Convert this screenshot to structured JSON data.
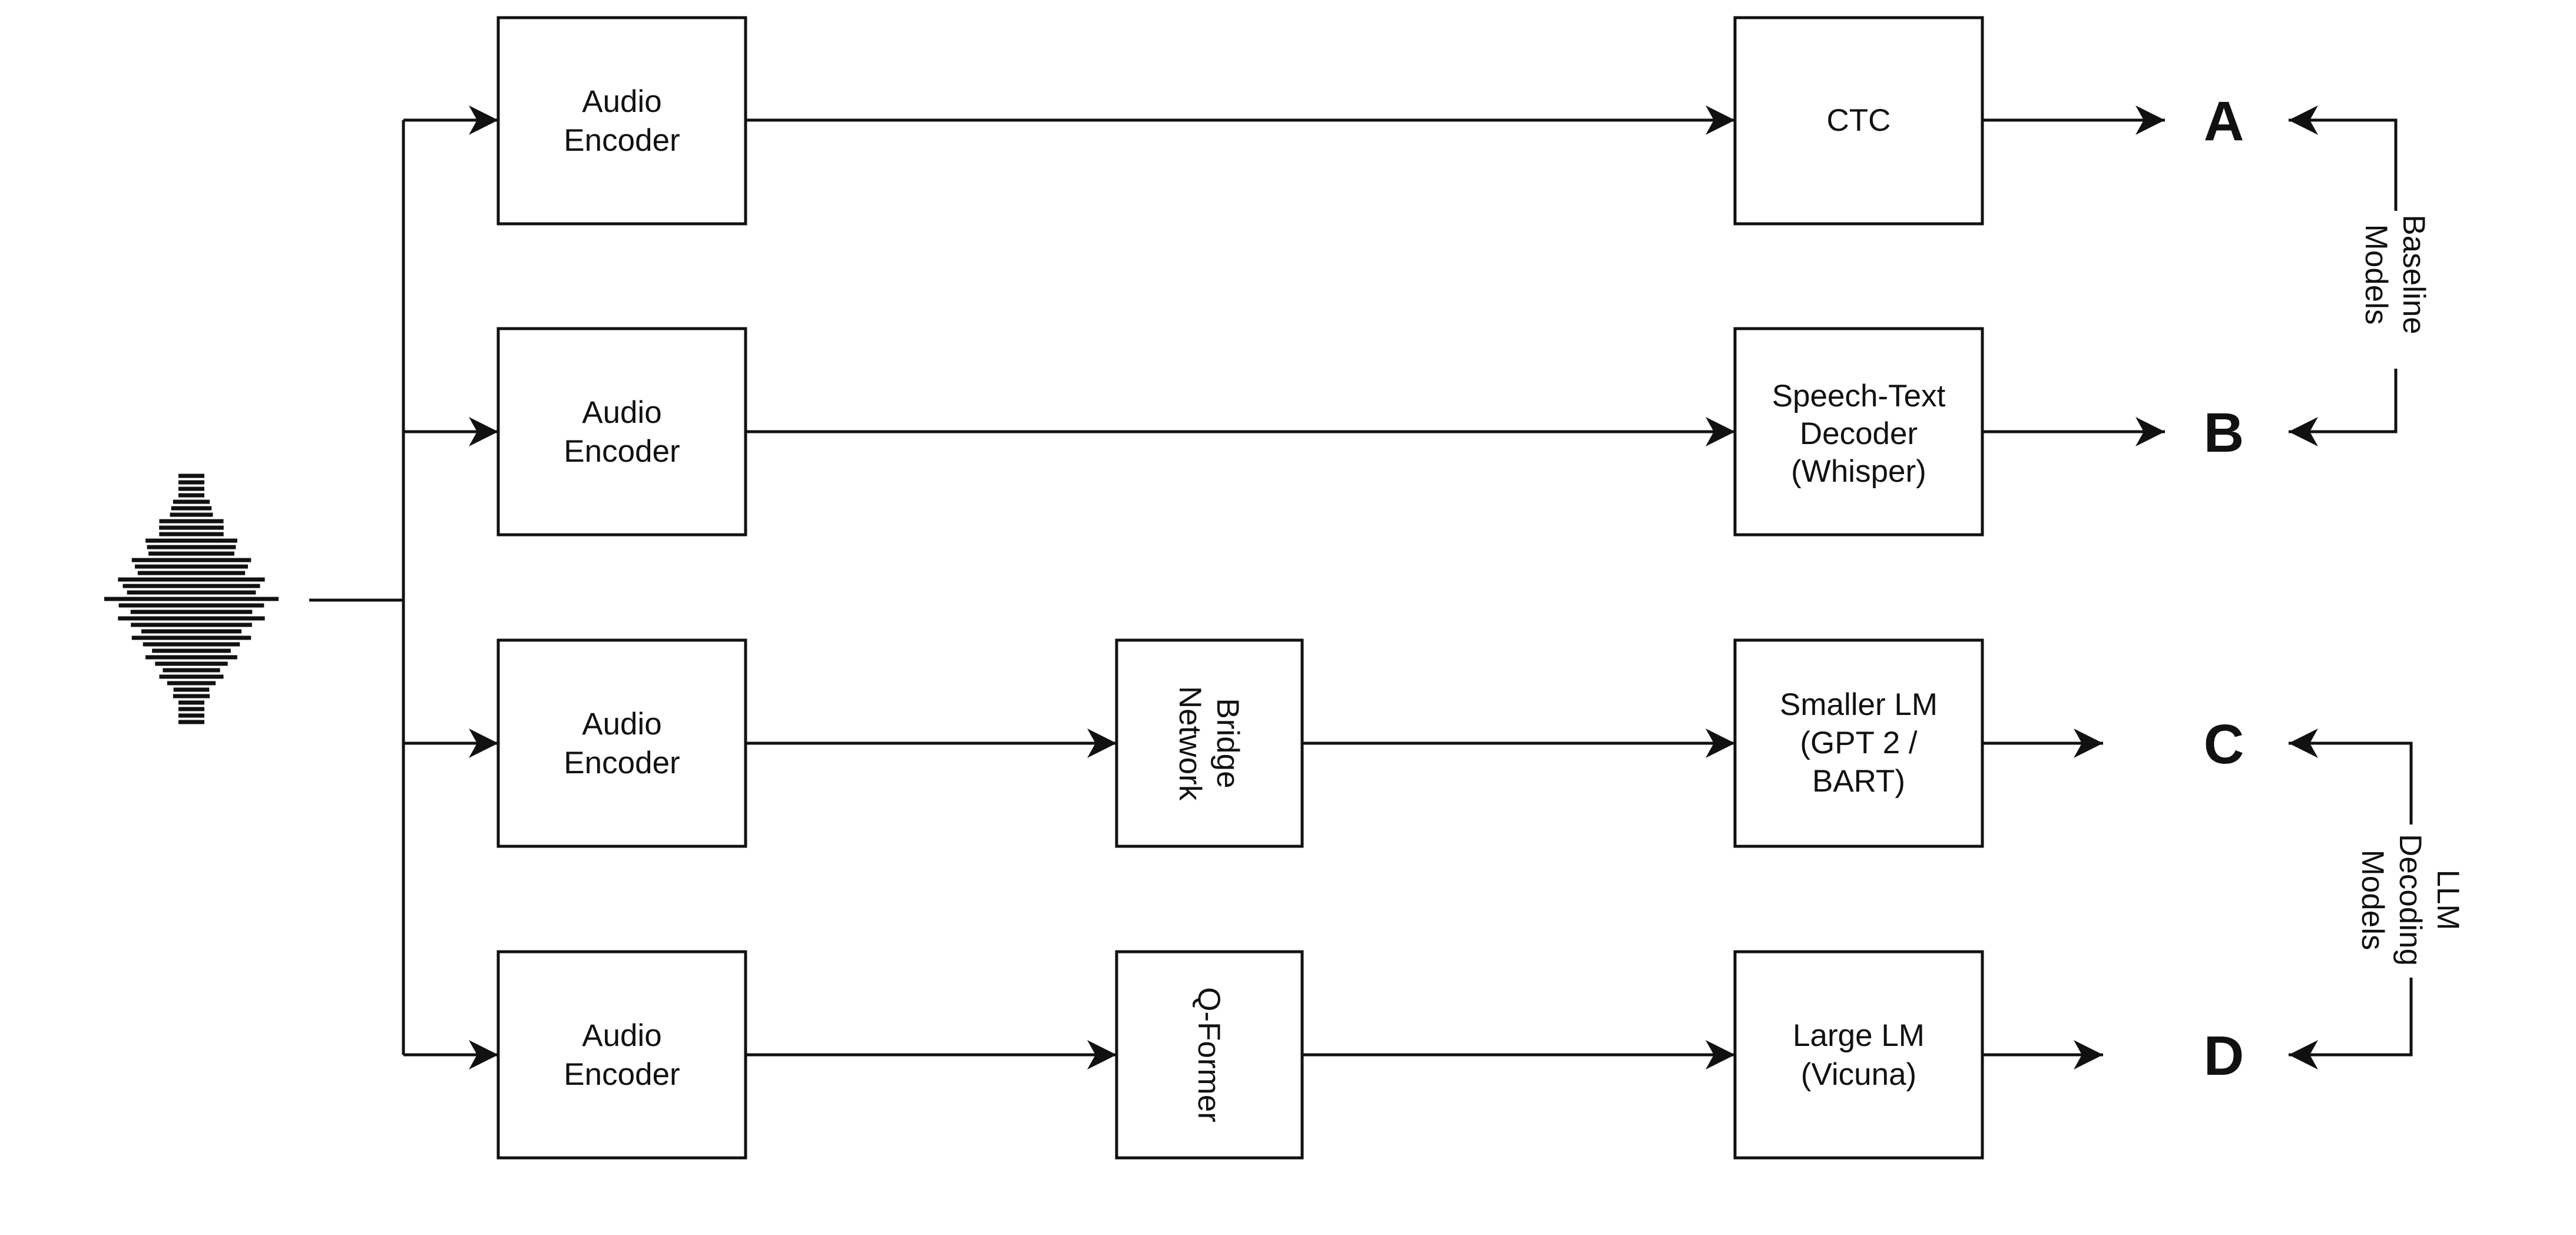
{
  "pipelines": [
    {
      "id": "a",
      "encoder": [
        "Audio",
        "Encoder"
      ],
      "bridge": [],
      "decoder": [
        "CTC"
      ],
      "output": "A"
    },
    {
      "id": "b",
      "encoder": [
        "Audio",
        "Encoder"
      ],
      "bridge": [],
      "decoder": [
        "Speech-Text",
        "Decoder",
        "(Whisper)"
      ],
      "output": "B"
    },
    {
      "id": "c",
      "encoder": [
        "Audio",
        "Encoder"
      ],
      "bridge": [
        "Bridge",
        "Network"
      ],
      "decoder": [
        "Smaller LM",
        "(GPT 2 /",
        "BART)"
      ],
      "output": "C"
    },
    {
      "id": "d",
      "encoder": [
        "Audio",
        "Encoder"
      ],
      "bridge": [
        "Q-Former"
      ],
      "decoder": [
        "Large LM",
        "(Vicuna)"
      ],
      "output": "D"
    }
  ],
  "groups": {
    "baseline": [
      "Baseline",
      "Models"
    ],
    "llm": [
      "LLM",
      "Decoding",
      "Models"
    ]
  },
  "icons": {
    "input": "audio-waveform-icon"
  }
}
